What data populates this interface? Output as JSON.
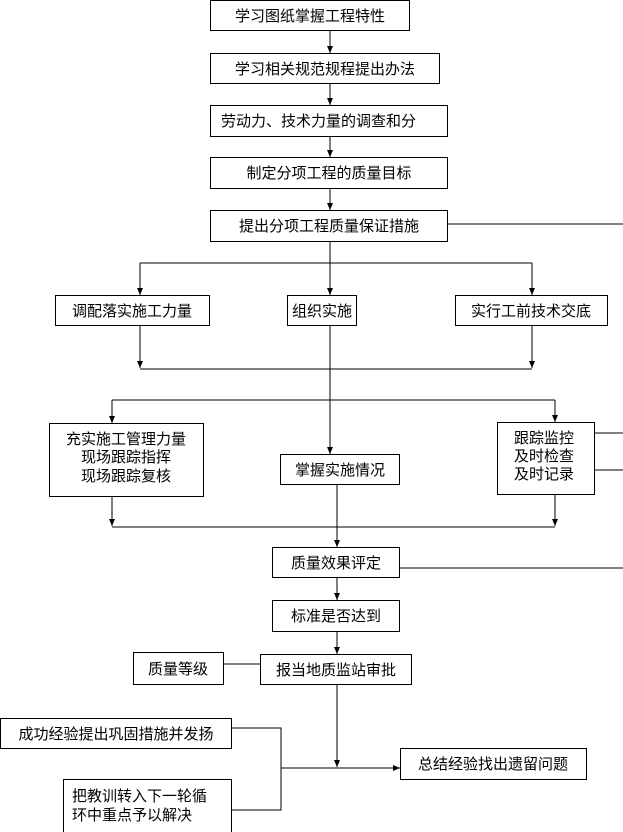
{
  "colors": {
    "line": "#000000",
    "background": "#ffffff",
    "text": "#000000"
  },
  "boxes": {
    "study_drawings": "学习图纸掌握工程特性",
    "study_specs": "学习相关规范规程提出办法",
    "labor_survey": "劳动力、技术力量的调查和分",
    "quality_goal": "制定分项工程的质量目标",
    "quality_measures": "提出分项工程质量保证措施",
    "allocate_labor": "调配落实施工力量",
    "organize": "组织实施",
    "tech_briefing": "实行工前技术交底",
    "reinforce": [
      "充实施工管理力量",
      "现场跟踪指挥",
      "现场跟踪复核"
    ],
    "grasp": "掌握实施情况",
    "track": [
      "跟踪监控",
      "及时检查",
      "及时记录"
    ],
    "evaluate": "质量效果评定",
    "standard": "标准是否达到",
    "report": "报当地质监站审批",
    "grade": "质量等级",
    "success": "成功经验提出巩固措施并发扬",
    "lessons": [
      "把教训转入下一轮循",
      "环中重点予以解决"
    ],
    "summary": "总结经验找出遗留问题"
  }
}
